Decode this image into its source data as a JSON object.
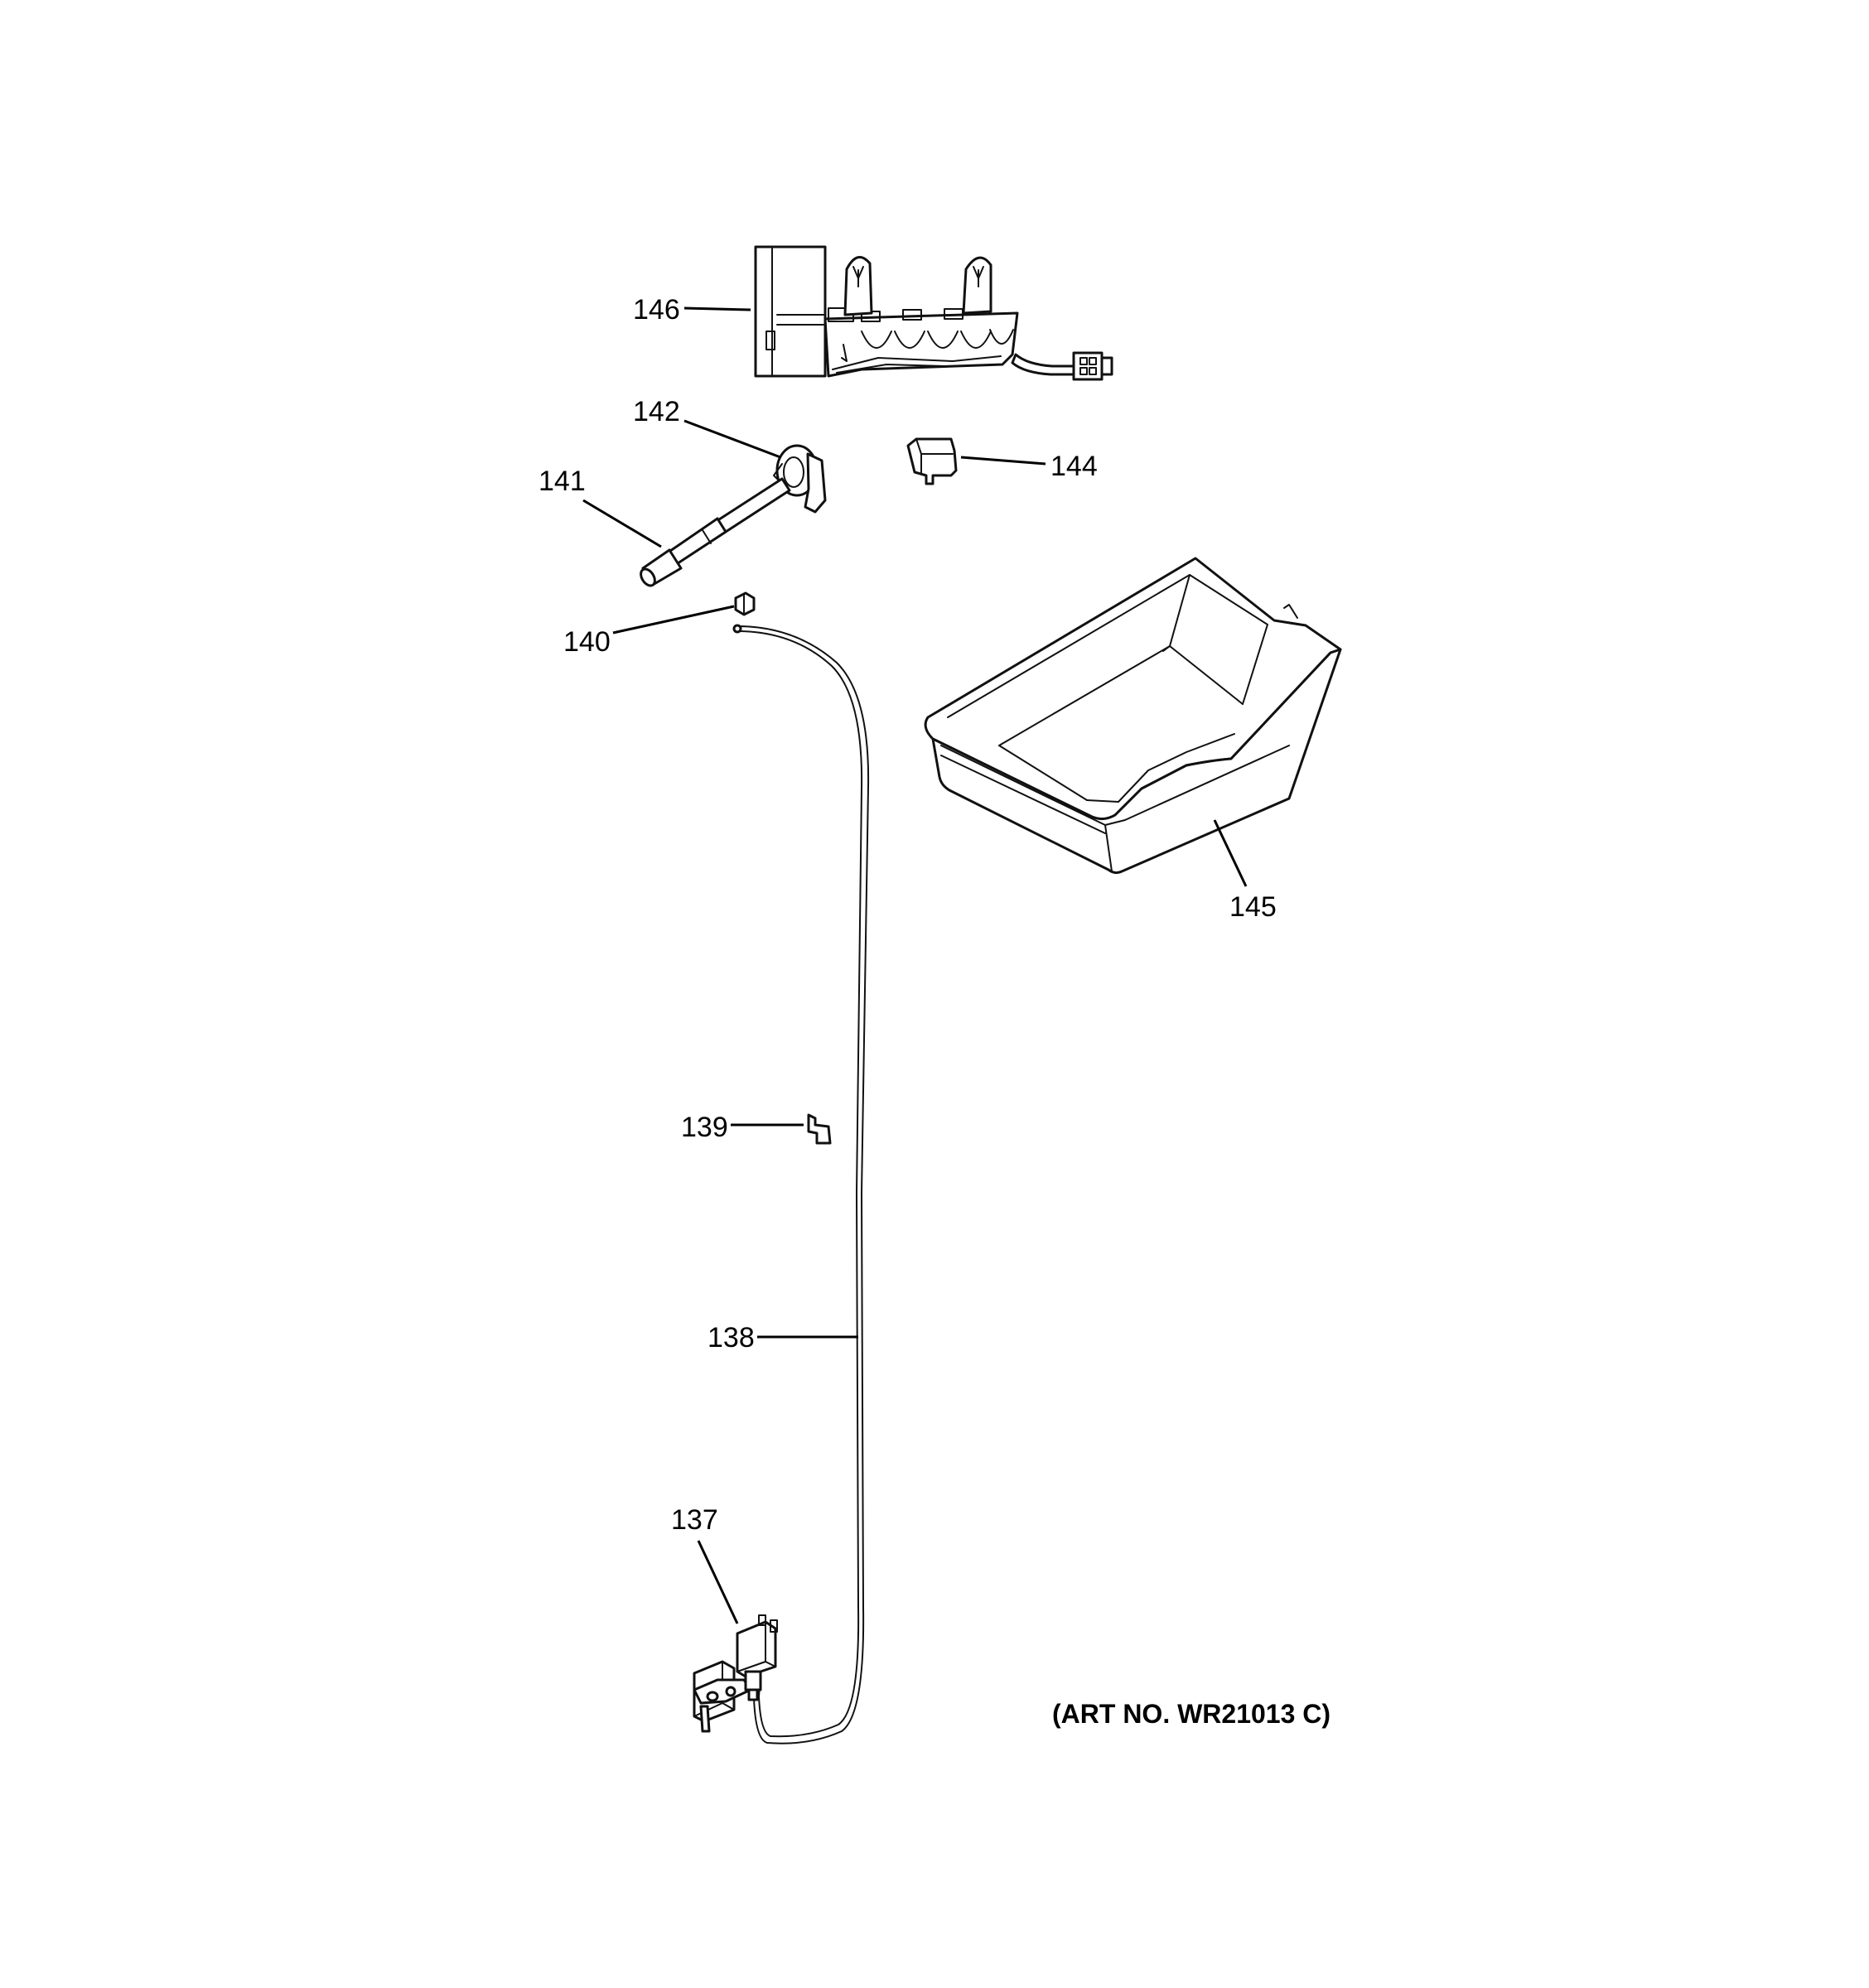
{
  "diagram": {
    "art_number": "(ART NO. WR21013 C)",
    "callouts": {
      "c137": "137",
      "c138": "138",
      "c139": "139",
      "c140": "140",
      "c141": "141",
      "c142": "142",
      "c144": "144",
      "c145": "145",
      "c146": "146"
    }
  }
}
